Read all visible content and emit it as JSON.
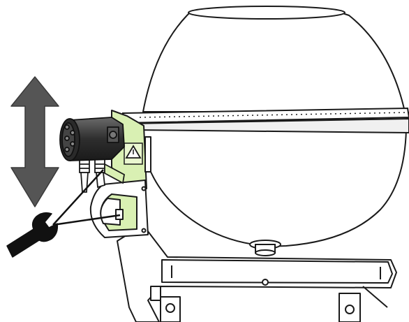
{
  "illustration": {
    "colors": {
      "outline": "#1a1a1a",
      "body_fill": "#ffffff",
      "highlight_green": "#d9f0b3",
      "motor_dark": "#3a3a3a",
      "arrow_gray": "#555555",
      "tool_black": "#111111"
    },
    "icons": [
      "up-down-arrow-icon",
      "wrench-icon",
      "warning-triangle-icon"
    ],
    "parts": [
      "fan-housing",
      "bottom-flange",
      "hydraulic-motor",
      "hose-fittings",
      "mounting-bracket",
      "access-cover",
      "base-frame"
    ]
  }
}
